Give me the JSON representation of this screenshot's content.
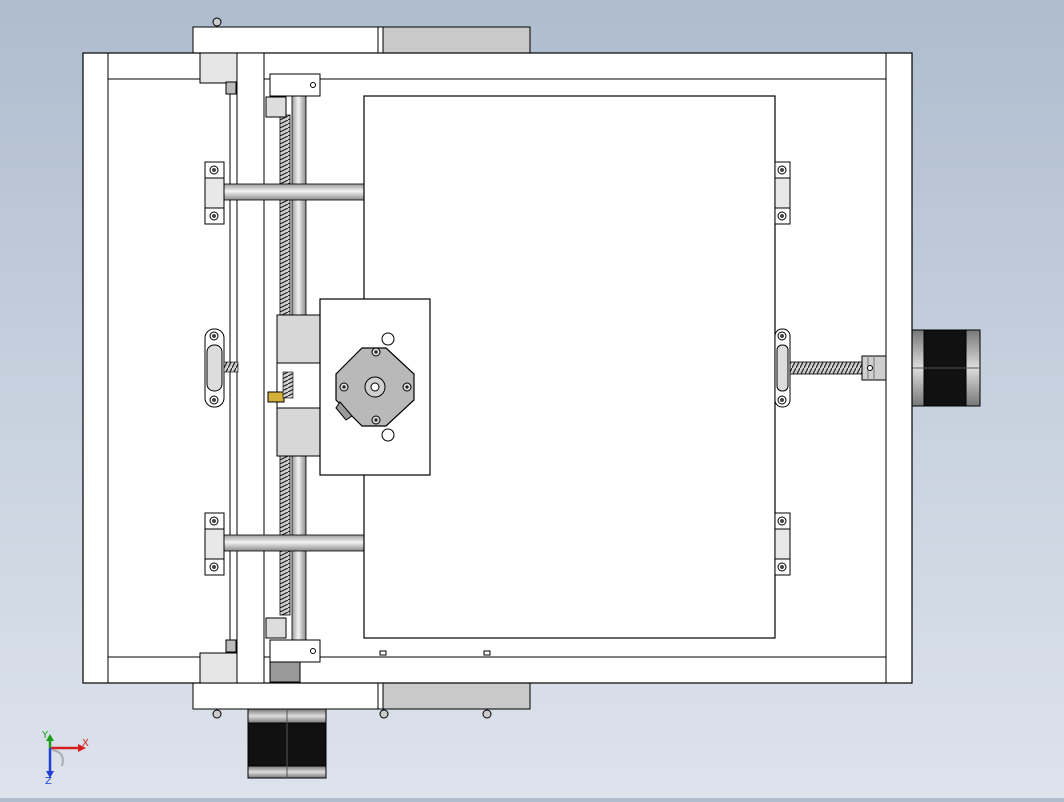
{
  "view": {
    "background_top": "#aebcce",
    "background_bottom": "#dde3ec",
    "part_fill": "#ffffff",
    "edge_color": "#000000",
    "shaded_part": "#c8c8c8",
    "motor_body": "#111111"
  },
  "triad": {
    "x_label": "X",
    "y_label": "Y",
    "z_label": "Z",
    "x_color": "#d62020",
    "y_color": "#1a9e1a",
    "z_color": "#1f3fd6"
  }
}
